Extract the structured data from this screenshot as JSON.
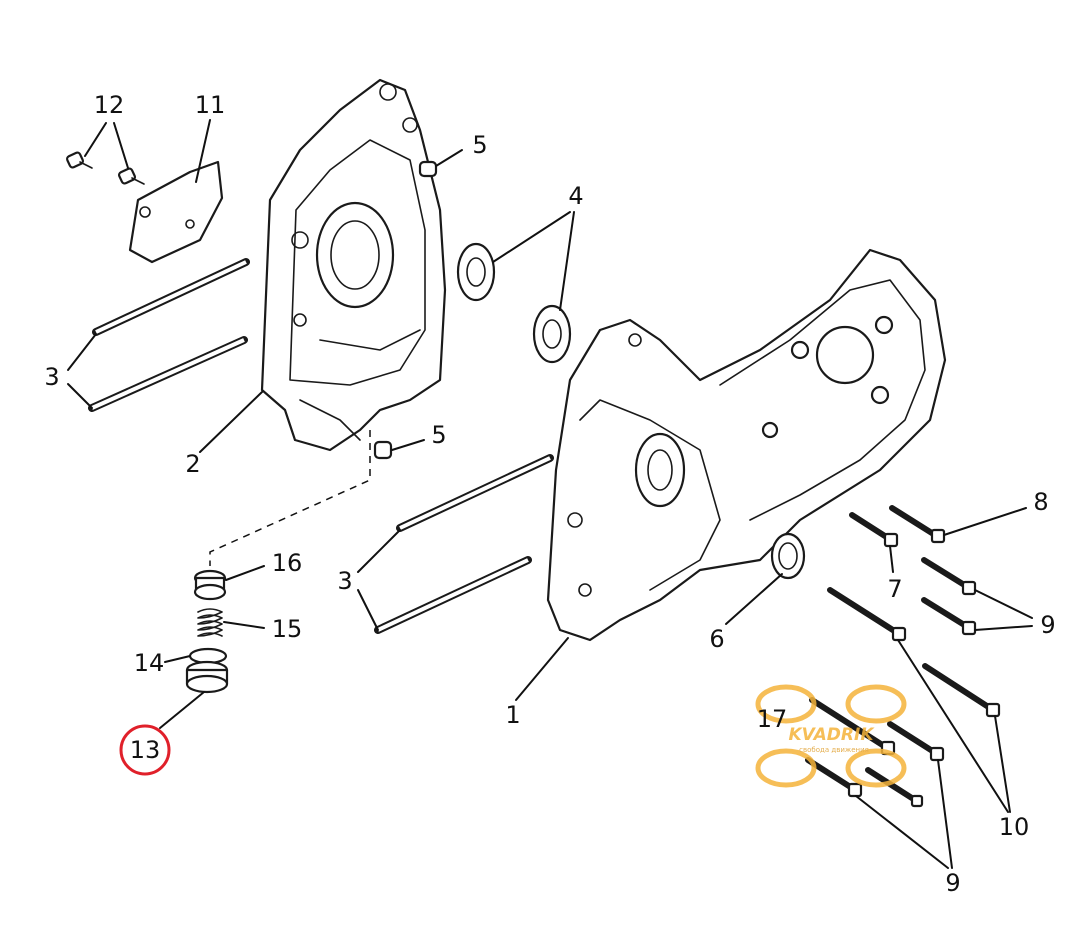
{
  "highlight": {
    "part_number": "13",
    "circle_color": "#e0202a"
  },
  "watermark": {
    "brand": "KVADRIK",
    "tagline": "свобода движения",
    "color": "#f5b33a"
  },
  "callouts": [
    {
      "id": "c1",
      "label": "1"
    },
    {
      "id": "c2",
      "label": "2"
    },
    {
      "id": "c3a",
      "label": "3"
    },
    {
      "id": "c3b",
      "label": "3"
    },
    {
      "id": "c4",
      "label": "4"
    },
    {
      "id": "c5a",
      "label": "5"
    },
    {
      "id": "c5b",
      "label": "5"
    },
    {
      "id": "c6",
      "label": "6"
    },
    {
      "id": "c7",
      "label": "7"
    },
    {
      "id": "c8",
      "label": "8"
    },
    {
      "id": "c9a",
      "label": "9"
    },
    {
      "id": "c9b",
      "label": "9"
    },
    {
      "id": "c10",
      "label": "10"
    },
    {
      "id": "c11",
      "label": "11"
    },
    {
      "id": "c12",
      "label": "12"
    },
    {
      "id": "c13",
      "label": "13"
    },
    {
      "id": "c14",
      "label": "14"
    },
    {
      "id": "c15",
      "label": "15"
    },
    {
      "id": "c16",
      "label": "16"
    },
    {
      "id": "c17",
      "label": "17"
    }
  ]
}
